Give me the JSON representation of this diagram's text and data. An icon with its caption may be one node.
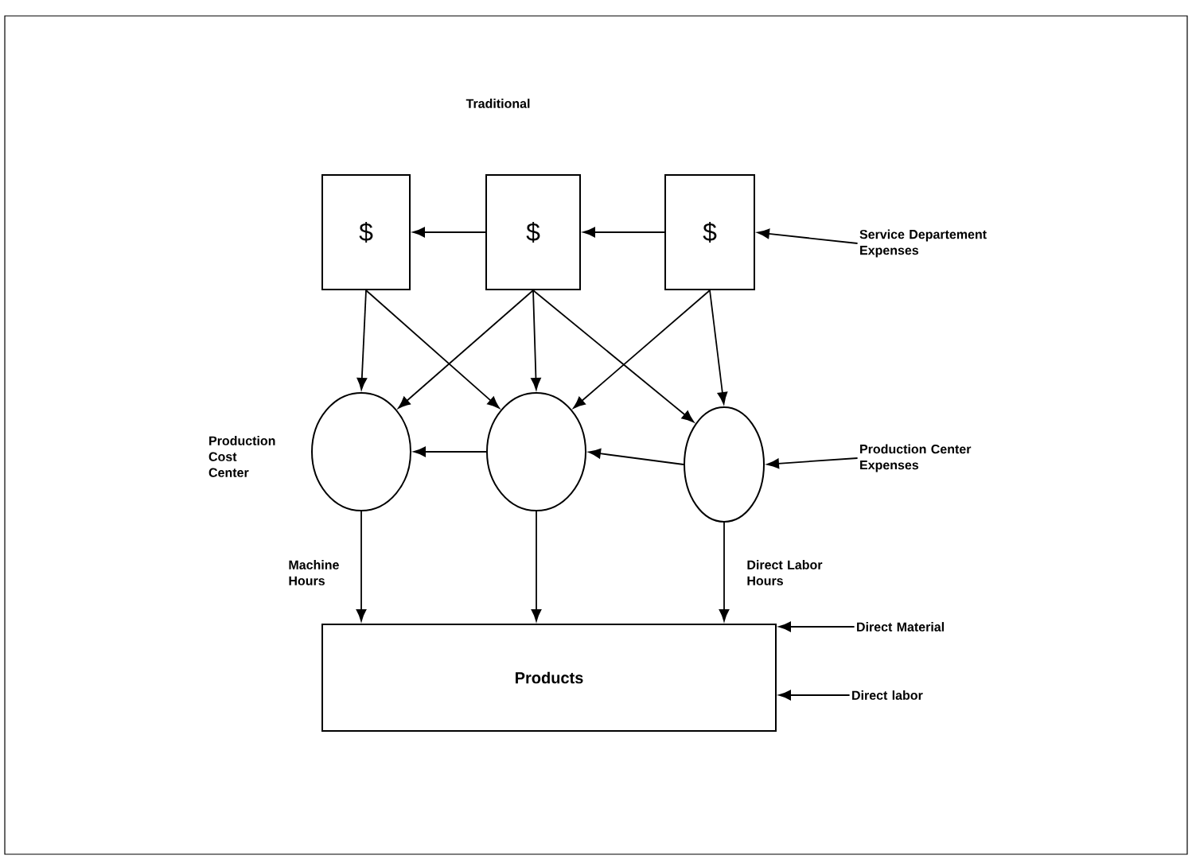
{
  "diagram": {
    "title": "Traditional",
    "nodes": [
      {
        "text": [
          "$"
        ]
      },
      {
        "text": [
          "$"
        ]
      },
      {
        "text": [
          "$"
        ]
      },
      {
        "text": [
          "Service Departement Expenses"
        ]
      },
      {
        "text": [],
        "shape": "circle",
        "beside": [
          "Production Cost Center"
        ]
      },
      {
        "text": [],
        "shape": "circle"
      },
      {
        "text": [],
        "shape": "circle"
      },
      {
        "text": [
          "Production Center Expenses"
        ]
      },
      {
        "text": [
          "Products"
        ]
      },
      {
        "text": [
          "Direct Material"
        ]
      },
      {
        "text": [
          "Direct labor"
        ]
      }
    ],
    "edges": [
      {
        "from": 1,
        "to": 0,
        "arrow": "to"
      },
      {
        "from": 2,
        "to": 1,
        "arrow": "to"
      },
      {
        "from": 3,
        "to": 2,
        "arrow": "to"
      },
      {
        "from": 0,
        "to": 4,
        "arrow": "to"
      },
      {
        "from": 0,
        "to": 5,
        "arrow": "to"
      },
      {
        "from": 1,
        "to": 4,
        "arrow": "to"
      },
      {
        "from": 1,
        "to": 5,
        "arrow": "to"
      },
      {
        "from": 1,
        "to": 6,
        "arrow": "to"
      },
      {
        "from": 2,
        "to": 5,
        "arrow": "to"
      },
      {
        "from": 2,
        "to": 6,
        "arrow": "to"
      },
      {
        "from": 5,
        "to": 4,
        "arrow": "to"
      },
      {
        "from": 6,
        "to": 5,
        "arrow": "to"
      },
      {
        "from": 7,
        "to": 6,
        "arrow": "to"
      },
      {
        "from": 4,
        "to": 8,
        "arrow": "to",
        "label": "Machine Hours"
      },
      {
        "from": 5,
        "to": 8,
        "arrow": "to"
      },
      {
        "from": 6,
        "to": 8,
        "arrow": "to",
        "label": "Direct Labor Hours"
      },
      {
        "from": 9,
        "to": 8,
        "arrow": "to"
      },
      {
        "from": 10,
        "to": 8,
        "arrow": "to"
      }
    ]
  }
}
